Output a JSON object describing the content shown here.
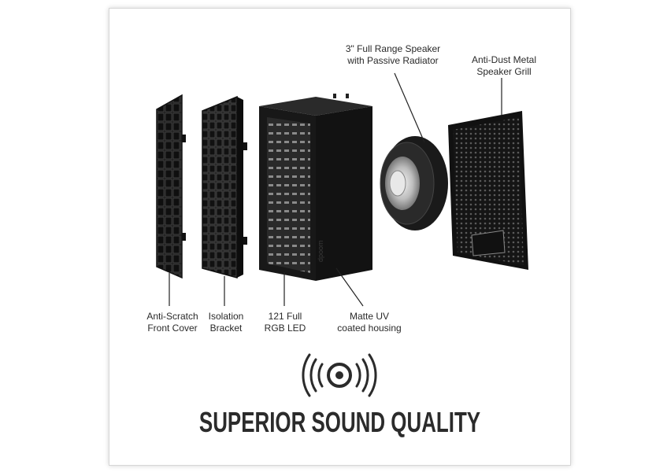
{
  "labels": {
    "speaker": "3\" Full Range Speaker\nwith Passive Radiator",
    "grill": "Anti-Dust Metal\nSpeaker Grill",
    "front_cover": "Anti-Scratch\nFront Cover",
    "bracket": "Isolation\nBracket",
    "led": "121 Full\nRGB LED",
    "housing": "Matte UV\ncoated housing"
  },
  "headline": "SUPERIOR SOUND QUALITY",
  "colors": {
    "part_dark": "#1a1a1a",
    "grid_line": "#4a4a4a",
    "led_dot": "#8a8a8a",
    "cone_silver": "#c9c9c9",
    "text": "#2a2a2a",
    "leader": "#222222"
  }
}
